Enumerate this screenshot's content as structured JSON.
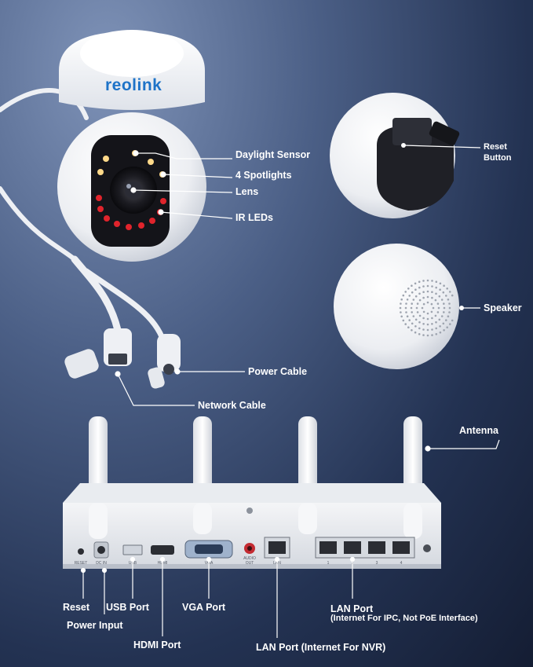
{
  "brand": {
    "logo_text": "reolink"
  },
  "camera_labels": {
    "daylight_sensor": "Daylight Sensor",
    "spotlights": "4 Spotlights",
    "lens": "Lens",
    "ir_leds": "IR LEDs",
    "reset_button_line1": "Reset",
    "reset_button_line2": "Button",
    "speaker": "Speaker",
    "power_cable": "Power Cable",
    "network_cable": "Network Cable"
  },
  "nvr_labels": {
    "antenna": "Antenna",
    "reset": "Reset",
    "power_input": "Power Input",
    "usb_port": "USB Port",
    "hdmi_port": "HDMI Port",
    "vga_port": "VGA Port",
    "lan_port_nvr": "LAN Port (Internet For NVR)",
    "lan_port_ipc_line1": "LAN Port",
    "lan_port_ipc_line2": "(Internet For IPC, Not PoE Interface)"
  },
  "panel_print": {
    "reset": "RESET",
    "dc_in": "DC IN",
    "usb": "USB",
    "hdmi": "HDMI",
    "vga": "VGA",
    "audio_line1": "AUDIO",
    "audio_line2": "OUT",
    "lan": "LAN",
    "port_numbers": [
      "1",
      "2",
      "3",
      "4"
    ]
  },
  "colors": {
    "accent_white": "#ffffff",
    "spotlight": "#ffd98a",
    "ir_led": "#e0242c"
  }
}
